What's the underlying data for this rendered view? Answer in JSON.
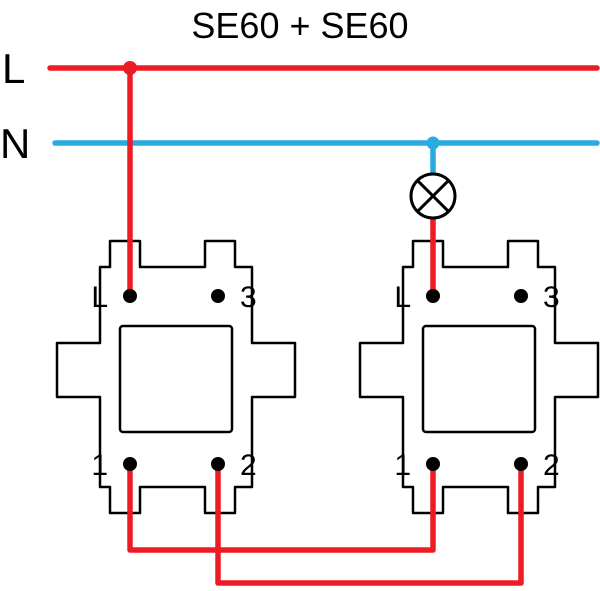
{
  "title": "SE60 + SE60",
  "colors": {
    "live": "#ed1c24",
    "neutral": "#29abe2",
    "outline": "#000000"
  },
  "bus": {
    "live_label": "L",
    "neutral_label": "N"
  },
  "lamp": {
    "icon": "lamp-icon"
  },
  "switches": [
    {
      "name": "left-switch",
      "terminals": {
        "live": "L",
        "three": "3",
        "one": "1",
        "two": "2"
      }
    },
    {
      "name": "right-switch",
      "terminals": {
        "live": "L",
        "three": "3",
        "one": "1",
        "two": "2"
      }
    }
  ]
}
